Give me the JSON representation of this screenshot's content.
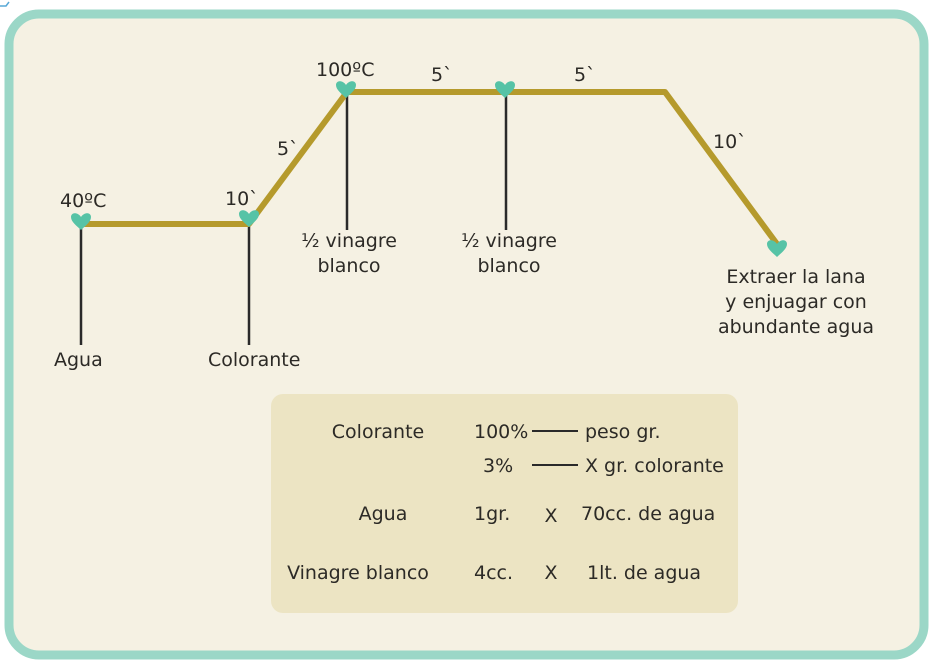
{
  "colors": {
    "frame_border": "#9bd7c7",
    "panel_bg": "#f5f1e3",
    "temperature_line": "#b59a2c",
    "heart_marker": "#56c3a6",
    "stem_line": "#2a2a2a",
    "table_bg": "#ece4c3",
    "text": "#2c2a26"
  },
  "icons": [
    "heart-marker-icon"
  ],
  "diagram": {
    "temp_start": "40ºC",
    "temp_boil": "100ºC",
    "time_first_plateau": "10`",
    "time_ramp_up": "5`",
    "time_second_plateau_a": "5`",
    "time_second_plateau_b": "5`",
    "time_cooling": "10`",
    "stem_agua": "Agua",
    "stem_colorante": "Colorante",
    "stem_vinagre_1": [
      "½ vinagre",
      "blanco"
    ],
    "stem_vinagre_2": [
      "½ vinagre",
      "blanco"
    ],
    "end_note": [
      "Extraer la lana",
      "y enjuagar con",
      "abundante agua"
    ]
  },
  "recipe_table": {
    "colorante_label": "Colorante",
    "colorante_row1_qty": "100%",
    "colorante_row1_result": "peso gr.",
    "colorante_row2_qty": "3%",
    "colorante_row2_result": "X gr. colorante",
    "agua_label": "Agua",
    "agua_qty": "1gr.",
    "agua_x": "X",
    "agua_result": "70cc. de agua",
    "vinagre_label": "Vinagre blanco",
    "vinagre_qty": "4cc.",
    "vinagre_x": "X",
    "vinagre_result": "1lt. de agua"
  }
}
